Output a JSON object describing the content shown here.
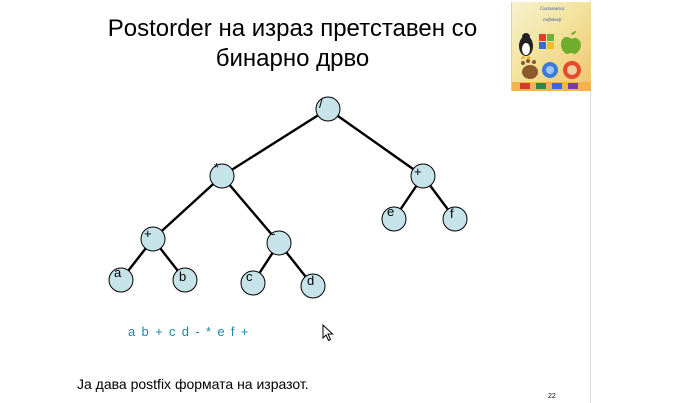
{
  "title": {
    "line1": "Postorder на израз претставен со",
    "line2": "бинарно дрво"
  },
  "logo": {
    "text_top": "Системски",
    "text_bottom": "софтвер"
  },
  "tree": {
    "nodes": [
      {
        "id": "root",
        "label": "/"
      },
      {
        "id": "mul",
        "label": "*"
      },
      {
        "id": "plus-right",
        "label": "+"
      },
      {
        "id": "plus-left",
        "label": "+"
      },
      {
        "id": "minus",
        "label": "-"
      },
      {
        "id": "e",
        "label": "e"
      },
      {
        "id": "f",
        "label": "f"
      },
      {
        "id": "a",
        "label": "a"
      },
      {
        "id": "b",
        "label": "b"
      },
      {
        "id": "c",
        "label": "c"
      },
      {
        "id": "d",
        "label": "d"
      }
    ],
    "edges": [
      [
        "root",
        "mul"
      ],
      [
        "root",
        "plus-right"
      ],
      [
        "mul",
        "plus-left"
      ],
      [
        "mul",
        "minus"
      ],
      [
        "plus-right",
        "e"
      ],
      [
        "plus-right",
        "f"
      ],
      [
        "plus-left",
        "a"
      ],
      [
        "plus-left",
        "b"
      ],
      [
        "minus",
        "c"
      ],
      [
        "minus",
        "d"
      ]
    ]
  },
  "postfix": [
    "a",
    "b",
    "+",
    "c",
    "d",
    "-",
    "*",
    "e",
    "f",
    "+"
  ],
  "caption": "Ја дава postfix формата на изразот.",
  "page_number": "22",
  "colors": {
    "node_fill": "#c6e3ea",
    "node_stroke": "#000000",
    "result_text": "#1e88a6"
  },
  "icons": {
    "cursor": "mouse-pointer-icon"
  }
}
